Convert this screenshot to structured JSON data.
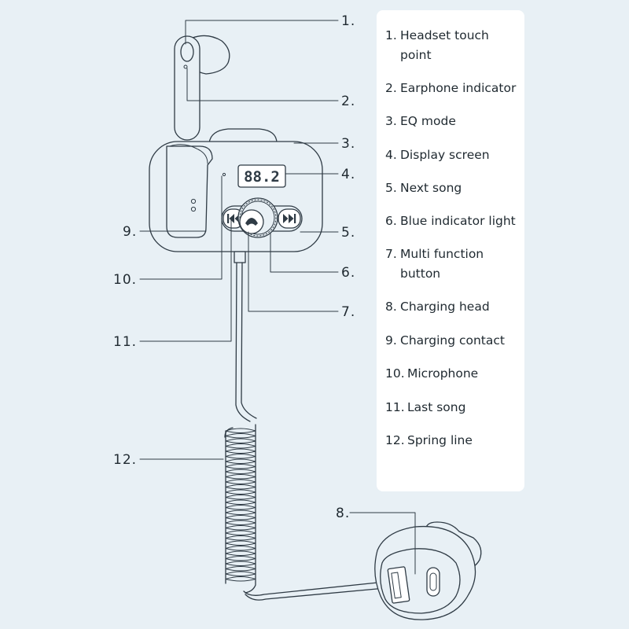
{
  "callouts": [
    {
      "id": 1,
      "label": "1."
    },
    {
      "id": 2,
      "label": "2."
    },
    {
      "id": 3,
      "label": "3."
    },
    {
      "id": 4,
      "label": "4."
    },
    {
      "id": 5,
      "label": "5."
    },
    {
      "id": 6,
      "label": "6."
    },
    {
      "id": 7,
      "label": "7."
    },
    {
      "id": 8,
      "label": "8."
    },
    {
      "id": 9,
      "label": "9."
    },
    {
      "id": 10,
      "label": "10."
    },
    {
      "id": 11,
      "label": "11."
    },
    {
      "id": 12,
      "label": "12."
    }
  ],
  "display_text": "88.2",
  "legend": [
    {
      "num": "1.",
      "text": "Headset touch point"
    },
    {
      "num": "2.",
      "text": "Earphone indicator"
    },
    {
      "num": "3.",
      "text": "EQ mode"
    },
    {
      "num": "4.",
      "text": "Display screen"
    },
    {
      "num": "5.",
      "text": "Next song"
    },
    {
      "num": "6.",
      "text": "Blue indicator light"
    },
    {
      "num": "7.",
      "text": "Multi function button"
    },
    {
      "num": "8.",
      "text": "Charging head"
    },
    {
      "num": "9.",
      "text": "Charging contact"
    },
    {
      "num": "10.",
      "text": "Microphone"
    },
    {
      "num": "11.",
      "text": "Last song"
    },
    {
      "num": "12.",
      "text": "Spring line"
    }
  ],
  "icons": {
    "prev": "previous-track-icon",
    "next": "next-track-icon",
    "call": "phone-icon"
  },
  "colors": {
    "background": "#e8f0f5",
    "line": "#2f3b45",
    "legend_bg": "#ffffff"
  }
}
